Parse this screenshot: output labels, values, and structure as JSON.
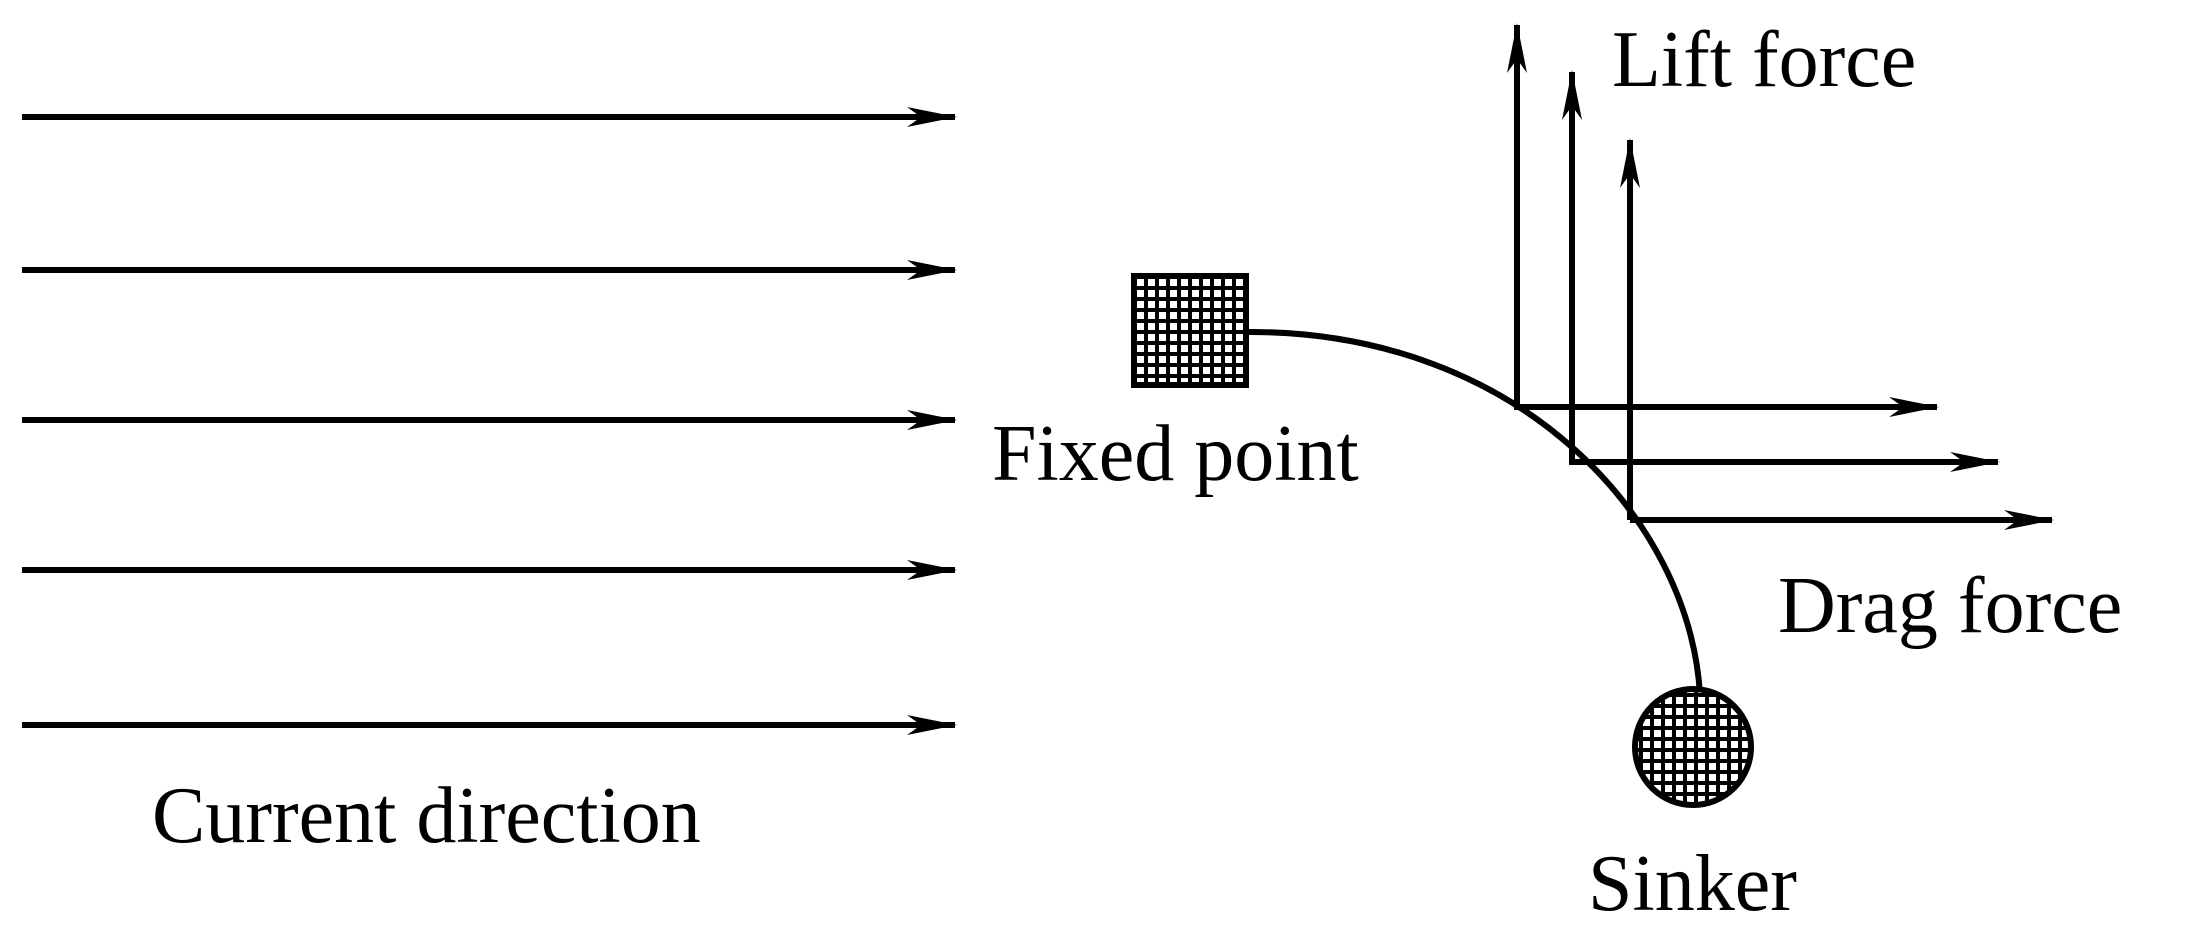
{
  "labels": {
    "current_direction": "Current direction",
    "fixed_point": "Fixed point",
    "lift_force": "Lift force",
    "drag_force": "Drag force",
    "sinker": "Sinker"
  },
  "colors": {
    "stroke": "#000000",
    "background": "#ffffff"
  },
  "icons": {
    "fixed_point": "grid-square-icon",
    "sinker": "grid-circle-icon"
  }
}
